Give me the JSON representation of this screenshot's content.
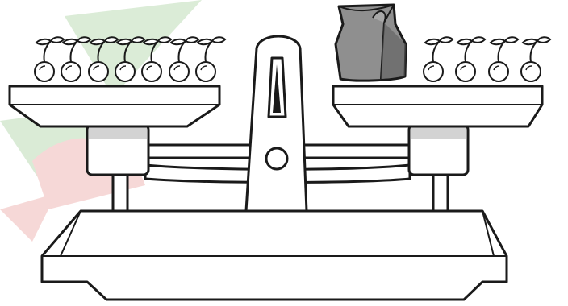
{
  "scene": {
    "type": "balance-scale-puzzle",
    "left_pan": {
      "item": "cherry",
      "count": 7
    },
    "right_pan": {
      "items": [
        {
          "item": "paper-bag",
          "count": 1
        },
        {
          "item": "cherry",
          "count": 4
        }
      ]
    },
    "scale_state": "balanced",
    "colors": {
      "outline": "#1a1a1a",
      "bag_fill": "#8f8f8f",
      "bag_shadow": "#5a5a5a",
      "pan_shadow": "#d3d3d3",
      "watermark_green": "#5aa84a",
      "watermark_red": "#d9534f"
    }
  }
}
